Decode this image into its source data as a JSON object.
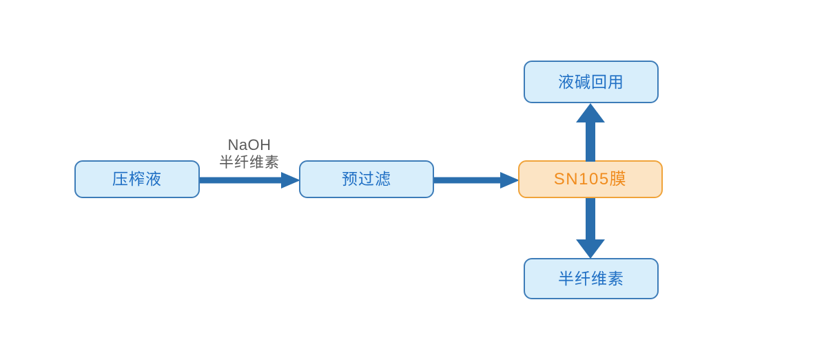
{
  "diagram": {
    "type": "process-flow",
    "background_color": "#ffffff",
    "colors": {
      "box_blue_fill": "#d8eefb",
      "box_blue_border": "#3d7cb8",
      "box_blue_text": "#1f6fc4",
      "box_orange_fill": "#fce4c4",
      "box_orange_border": "#f0a33a",
      "box_orange_text": "#f08c1e",
      "arrow_blue": "#2a6ead",
      "label_gray": "#595959"
    },
    "nodes": [
      {
        "id": "press",
        "label": "压榨液",
        "style": "blue"
      },
      {
        "id": "prefilter",
        "label": "预过滤",
        "style": "blue"
      },
      {
        "id": "membrane",
        "label": "SN105膜",
        "style": "orange"
      },
      {
        "id": "alkali",
        "label": "液碱回用",
        "style": "blue"
      },
      {
        "id": "hemi",
        "label": "半纤维素",
        "style": "blue"
      }
    ],
    "edges": [
      {
        "id": "press-prefilter",
        "from": "press",
        "to": "prefilter",
        "direction": "right"
      },
      {
        "id": "prefilter-membrane",
        "from": "prefilter",
        "to": "membrane",
        "direction": "right"
      },
      {
        "id": "membrane-alkali",
        "from": "membrane",
        "to": "alkali",
        "direction": "up"
      },
      {
        "id": "membrane-hemi",
        "from": "membrane",
        "to": "hemi",
        "direction": "down"
      }
    ],
    "edge_labels": {
      "naoh": {
        "line_1": "NaOH",
        "line_2": "半纤维素"
      }
    }
  }
}
